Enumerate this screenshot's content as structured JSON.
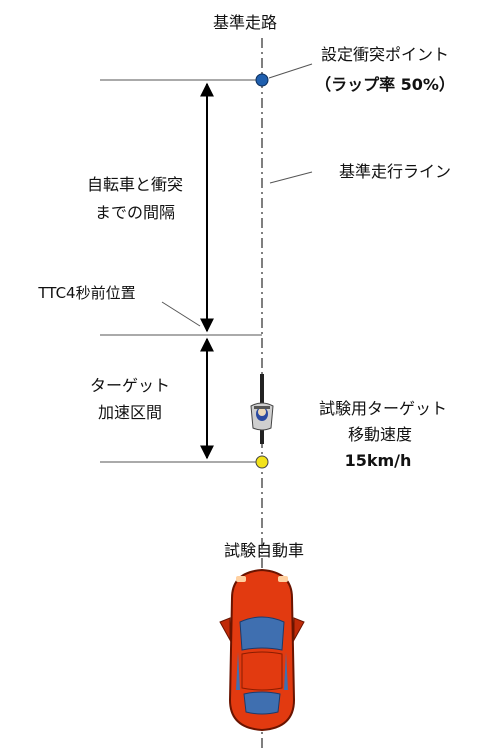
{
  "labels": {
    "reference_road": "基準走路",
    "collision_point_line1": "設定衝突ポイント",
    "collision_point_line2": "（ラップ率 50%）",
    "reference_line": "基準走行ライン",
    "gap_line1": "自転車と衝突",
    "gap_line2": "までの間隔",
    "ttc_position": "TTC4秒前位置",
    "accel_line1": "ターゲット",
    "accel_line2": "加速区間",
    "target_speed_line1": "試験用ターゲット",
    "target_speed_line2": "移動速度",
    "target_speed_value": "15km/h",
    "test_vehicle": "試験自動車"
  },
  "colors": {
    "collision_point": "#1f5fae",
    "accel_start_point": "#f2e21a",
    "vehicle_body": "#e23a10",
    "vehicle_glass": "#3f6fb0"
  }
}
